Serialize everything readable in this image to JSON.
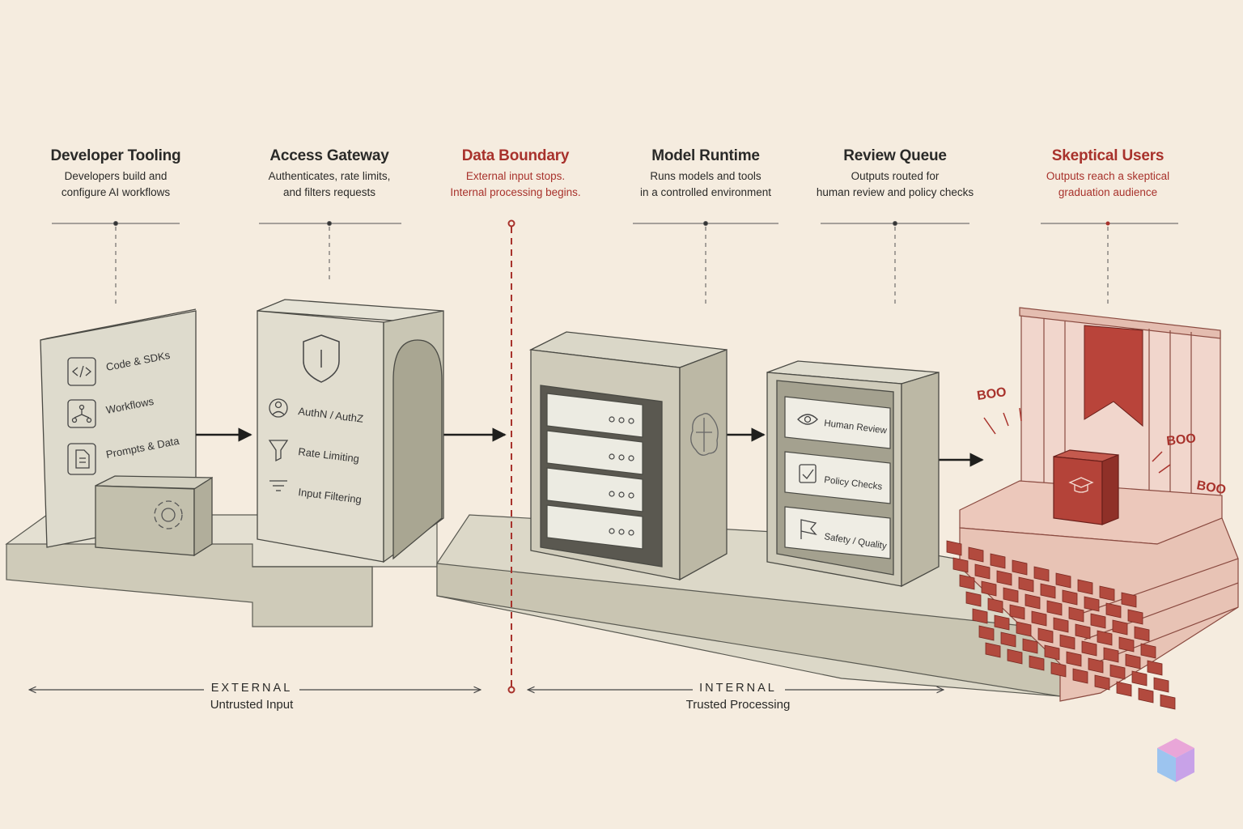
{
  "stages": [
    {
      "title": "Developer Tooling",
      "desc1": "Developers build and",
      "desc2": "configure AI workflows"
    },
    {
      "title": "Access Gateway",
      "desc1": "Authenticates, rate limits,",
      "desc2": "and filters requests"
    },
    {
      "title": "Data Boundary",
      "desc1": "External input stops.",
      "desc2": "Internal processing begins."
    },
    {
      "title": "Model Runtime",
      "desc1": "Runs models and tools",
      "desc2": "in a controlled environment"
    },
    {
      "title": "Review Queue",
      "desc1": "Outputs routed for",
      "desc2": "human review and policy checks"
    },
    {
      "title": "Skeptical Users",
      "desc1": "Outputs reach a skeptical",
      "desc2": "graduation audience"
    }
  ],
  "tooling_items": [
    "Code & SDKs",
    "Workflows",
    "Prompts & Data"
  ],
  "gateway_items": [
    "AuthN / AuthZ",
    "Rate Limiting",
    "Input Filtering"
  ],
  "review_items": [
    "Human Review",
    "Policy Checks",
    "Safety / Quality"
  ],
  "boos": [
    "BOO",
    "BOO",
    "BOO"
  ],
  "zones": [
    {
      "label": "EXTERNAL",
      "sub": "Untrusted Input"
    },
    {
      "label": "INTERNAL",
      "sub": "Trusted Processing"
    }
  ],
  "colors": {
    "background": "#f5ecdf",
    "accent": "#a8322c",
    "ink": "#2a2a28",
    "stone": "#d9d6c6"
  }
}
